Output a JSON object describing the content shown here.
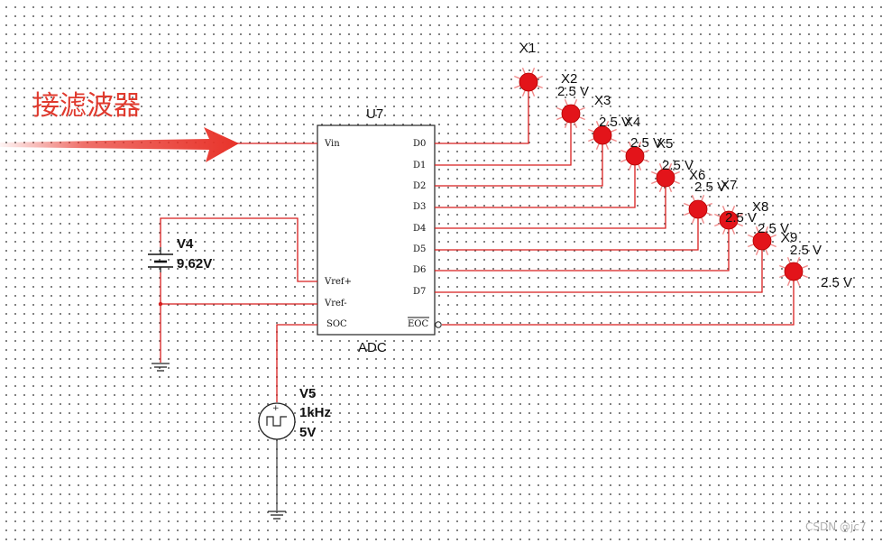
{
  "annotation": {
    "text": "接滤波器",
    "color": "#e03a2e"
  },
  "adc": {
    "ref": "U7",
    "type": "ADC",
    "pins_left": [
      "Vin",
      "Vref+",
      "Vref-",
      "SOC"
    ],
    "pins_right": [
      "D0",
      "D1",
      "D2",
      "D3",
      "D4",
      "D5",
      "D6",
      "D7",
      "EOC"
    ]
  },
  "v4": {
    "ref": "V4",
    "value": "9.62V"
  },
  "v5": {
    "ref": "V5",
    "freq": "1kHz",
    "amp": "5V"
  },
  "probes": [
    {
      "ref": "X1",
      "voltage": "2.5 V"
    },
    {
      "ref": "X2",
      "voltage": "2.5 V"
    },
    {
      "ref": "X3",
      "voltage": "2.5 V"
    },
    {
      "ref": "X4",
      "voltage": "2.5 V"
    },
    {
      "ref": "X5",
      "voltage": "2.5 V"
    },
    {
      "ref": "X6",
      "voltage": "2.5 V"
    },
    {
      "ref": "X7",
      "voltage": "2.5 V"
    },
    {
      "ref": "X8",
      "voltage": "2.5 V"
    },
    {
      "ref": "X9",
      "voltage": "2.5 V"
    }
  ],
  "colors": {
    "wire": "#d81e1e",
    "probe": "#e3141a",
    "arrow": "#e8332a"
  },
  "watermark": "CSDN @jc7"
}
